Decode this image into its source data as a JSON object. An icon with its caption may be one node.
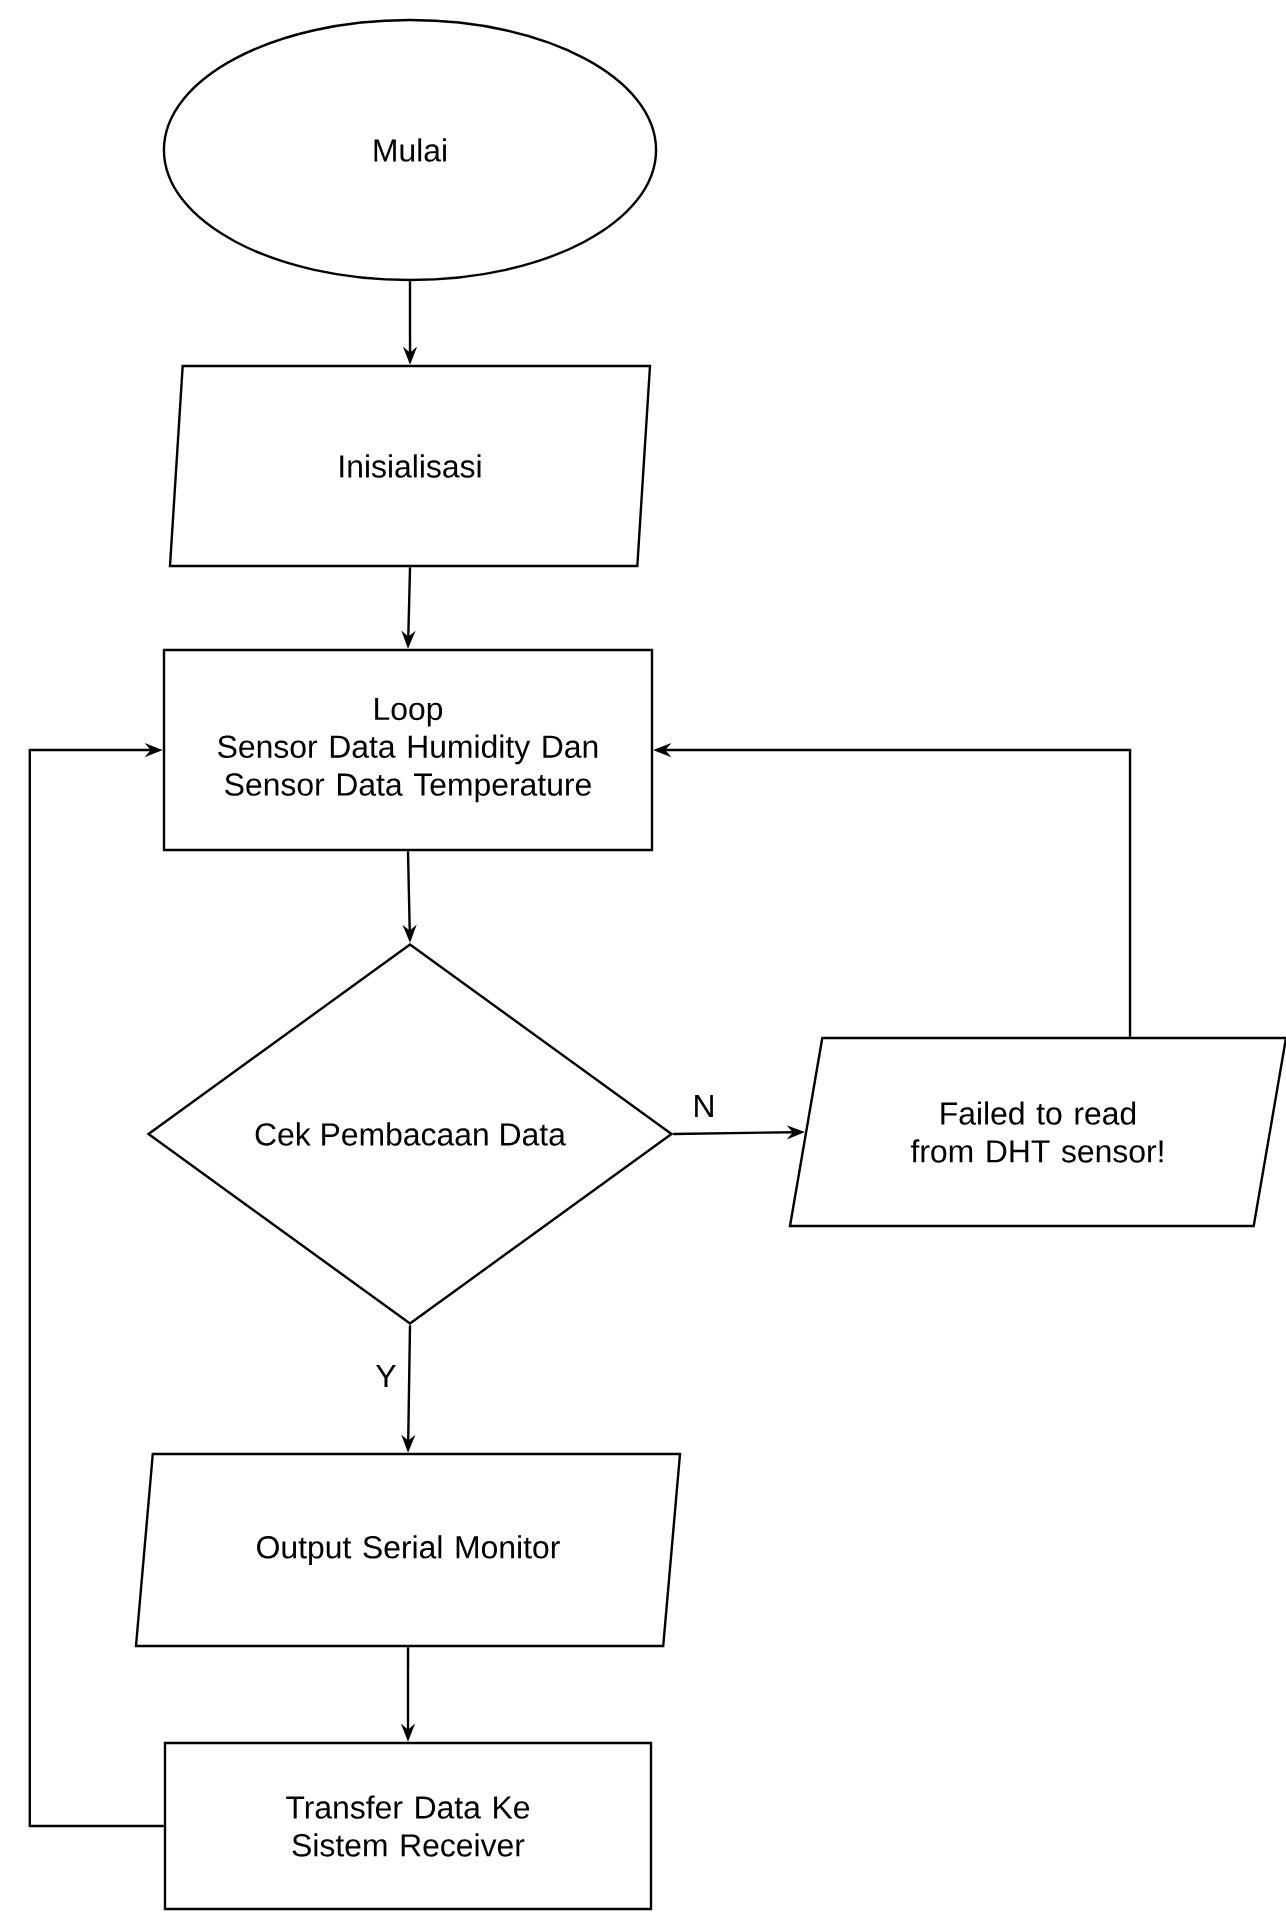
{
  "diagram": {
    "nodes": [
      {
        "text": [
          "Mulai"
        ]
      },
      {
        "text": [
          "Inisialisasi"
        ]
      },
      {
        "text": [
          "Loop",
          "Sensor Data Humidity Dan Sensor Data Temperature"
        ]
      },
      {
        "text": [
          "Cek Pembacaan Data"
        ]
      },
      {
        "text": [
          "Failed to read from DHT sensor!"
        ]
      },
      {
        "text": [
          "Output Serial Monitor"
        ]
      },
      {
        "text": [
          "Transfer Data Ke Sistem Receiver"
        ]
      }
    ],
    "edges": [
      {
        "from": 0,
        "to": 1,
        "arrow": "to"
      },
      {
        "from": 1,
        "to": 2,
        "arrow": "to"
      },
      {
        "from": 2,
        "to": 3,
        "arrow": "to"
      },
      {
        "from": 3,
        "to": 4,
        "arrow": "to",
        "label": "N"
      },
      {
        "from": 3,
        "to": 5,
        "arrow": "to",
        "label": "Y"
      },
      {
        "from": 5,
        "to": 6,
        "arrow": "to"
      },
      {
        "from": 6,
        "to": 2,
        "arrow": "to"
      },
      {
        "from": 4,
        "to": 2,
        "arrow": "to"
      }
    ]
  }
}
